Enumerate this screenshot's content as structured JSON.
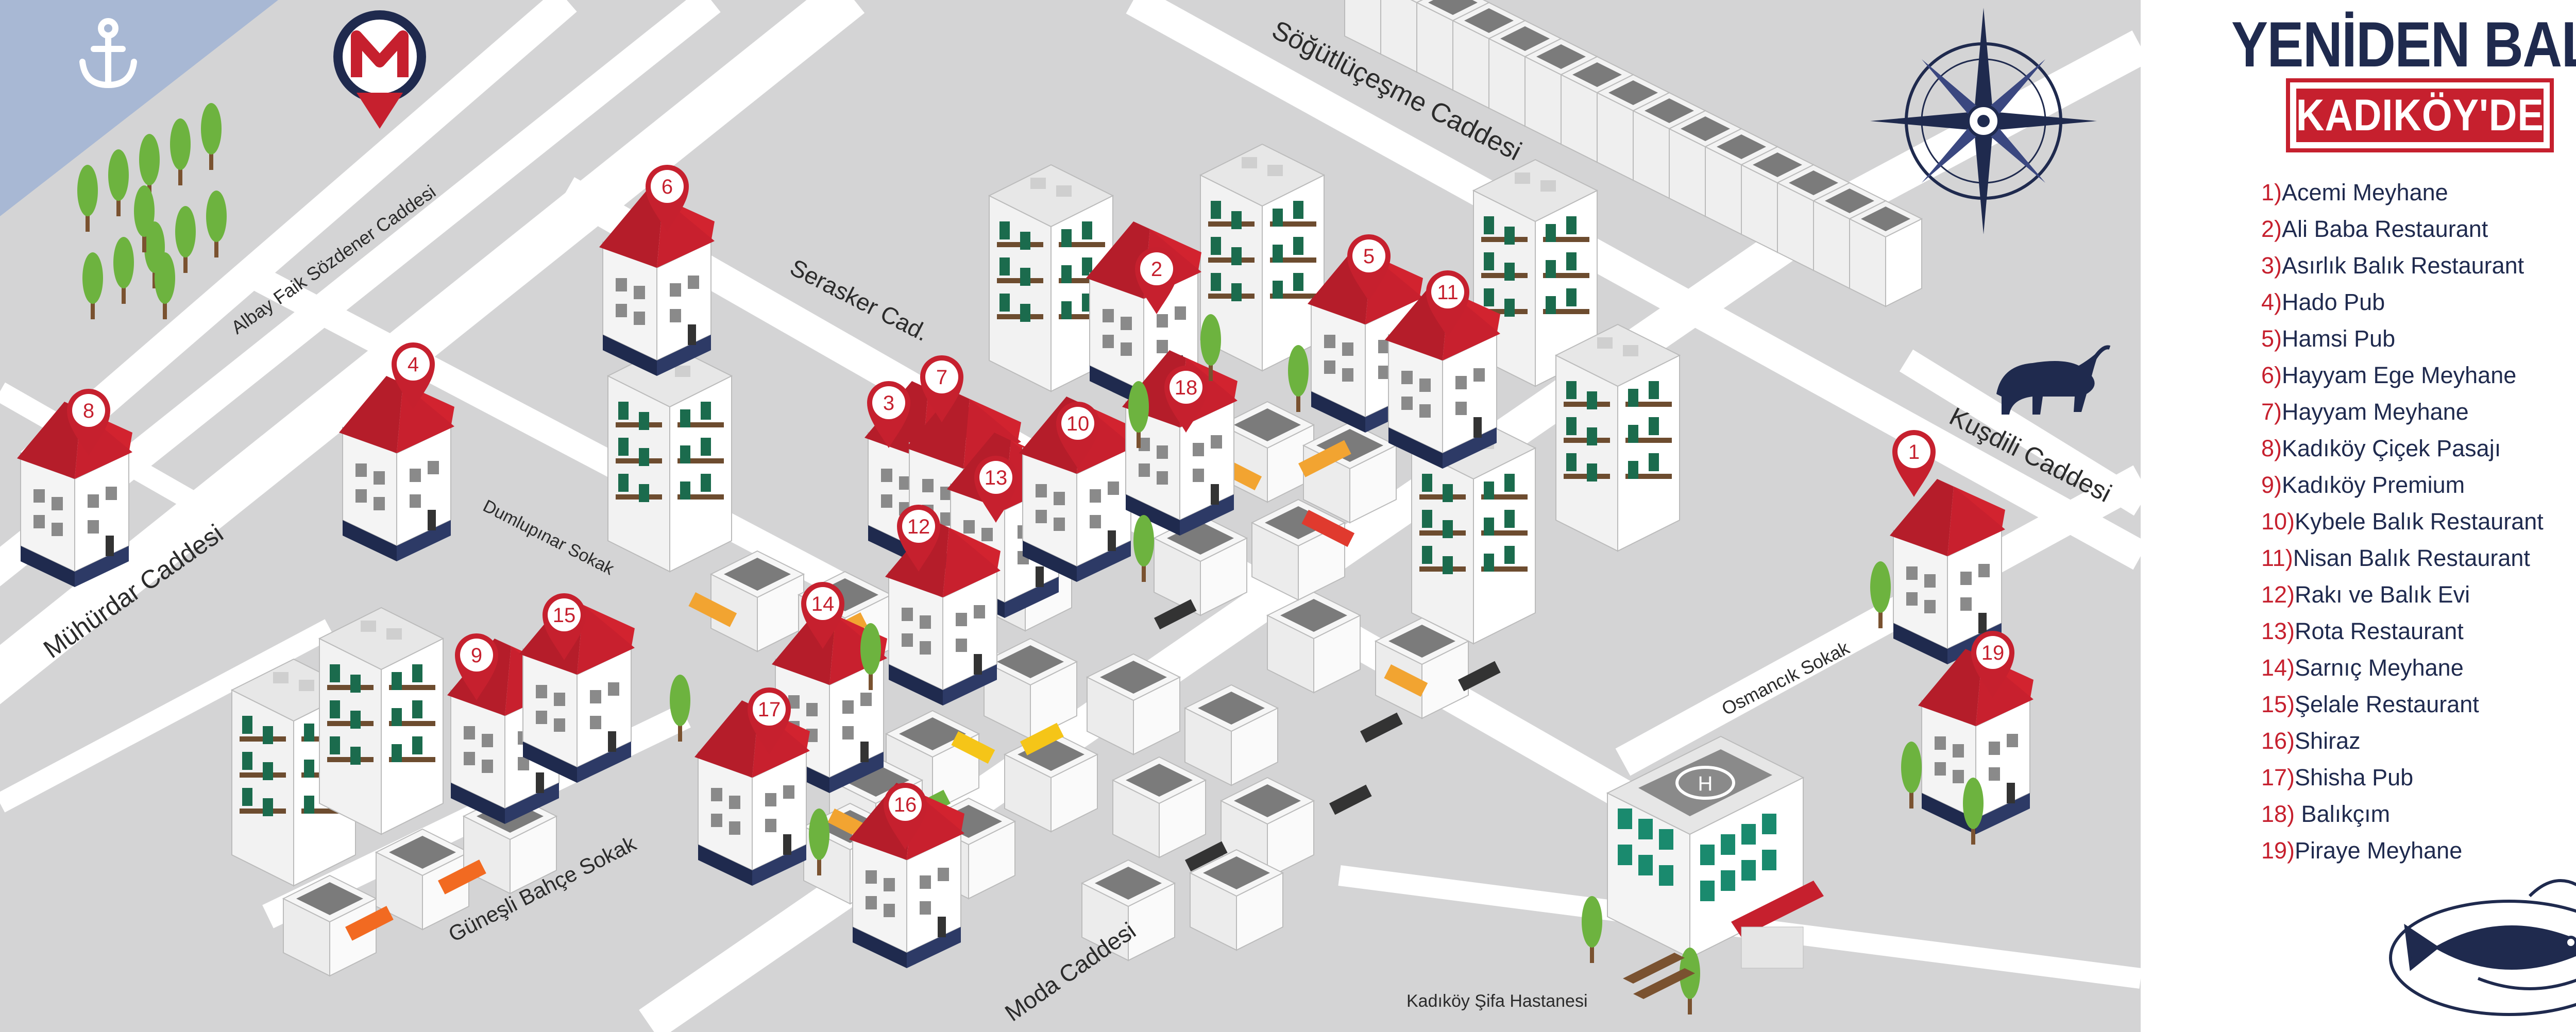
{
  "brand": {
    "title": "YENİDEN BALIK",
    "subtitle": "KADIKÖY'DE"
  },
  "legend": [
    {
      "num": "1)",
      "name": "Acemi Meyhane"
    },
    {
      "num": "2)",
      "name": "Ali Baba Restaurant"
    },
    {
      "num": "3)",
      "name": "Asırlık Balık Restaurant"
    },
    {
      "num": "4)",
      "name": "Hado Pub"
    },
    {
      "num": "5)",
      "name": "Hamsi Pub"
    },
    {
      "num": "6)",
      "name": "Hayyam Ege Meyhane"
    },
    {
      "num": "7)",
      "name": "Hayyam Meyhane"
    },
    {
      "num": "8)",
      "name": "Kadıköy Çiçek Pasajı"
    },
    {
      "num": "9)",
      "name": "Kadıköy Premium"
    },
    {
      "num": "10)",
      "name": "Kybele Balık Restaurant"
    },
    {
      "num": "11)",
      "name": "Nisan Balık Restaurant"
    },
    {
      "num": "12)",
      "name": "Rakı ve Balık Evi"
    },
    {
      "num": "13)",
      "name": "Rota Restaurant"
    },
    {
      "num": "14)",
      "name": "Sarnıç Meyhane"
    },
    {
      "num": "15)",
      "name": "Şelale Restaurant"
    },
    {
      "num": "16)",
      "name": "Shiraz"
    },
    {
      "num": "17)",
      "name": "Shisha Pub"
    },
    {
      "num": "18)",
      "name": " Balıkçım"
    },
    {
      "num": "19)",
      "name": "Piraye Meyhane"
    }
  ],
  "streets": {
    "sogutlucesme": "Söğütlüçeşme Caddesi",
    "albay": "Albay Faik Sözdener Caddesi",
    "serasker": "Serasker Cad.",
    "kusdili": "Kuşdili Caddesi",
    "muhurdar": "Mühürdar Caddesi",
    "dumlupinar": "Dumlupınar Sokak",
    "osmancik": "Osmancık Sokak",
    "gunesli": "Güneşli Bahçe Sokak",
    "moda": "Moda Caddesi",
    "hospital": "Kadıköy Şifa Hastanesi"
  },
  "pins": [
    "1",
    "2",
    "3",
    "4",
    "5",
    "6",
    "7",
    "8",
    "9",
    "10",
    "11",
    "12",
    "13",
    "14",
    "15",
    "16",
    "17",
    "18",
    "19"
  ],
  "icons": {
    "anchor": "anchor-icon",
    "metro": "metro-icon",
    "compass": "compass-rose-icon",
    "bull": "bull-statue-icon",
    "fish": "fish-illustration"
  },
  "colors": {
    "navy": "#1f2a4e",
    "red": "#c6202e",
    "roof": "#c8202e",
    "road": "#ffffff",
    "ground": "#d4d4d5",
    "water": "#a8b8d4",
    "tree": "#6db33f"
  }
}
